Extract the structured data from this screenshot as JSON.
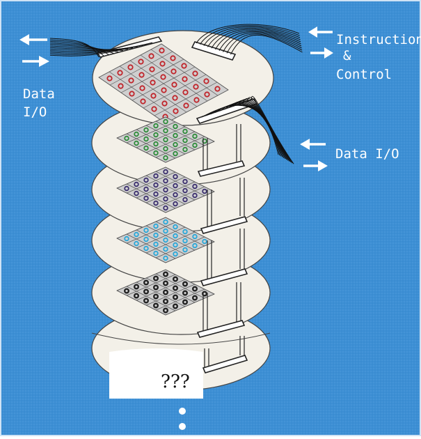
{
  "diagram": {
    "label_data_io_left_line1": "Data",
    "label_data_io_left_line2": "I/O",
    "label_instruction_line1": "Instruction",
    "label_instruction_line2": "&",
    "label_instruction_line3": "Control",
    "label_data_io_right": "Data I/O",
    "unknown_layer_label": "???",
    "background_color": "#3d8fd4",
    "disk_color": "#f3f0e8",
    "layer_cell_colors": [
      "#c0242a",
      "#2e8b3a",
      "#3b2f6e",
      "#2aa7d8",
      "#222222"
    ],
    "layers_count": 6
  }
}
